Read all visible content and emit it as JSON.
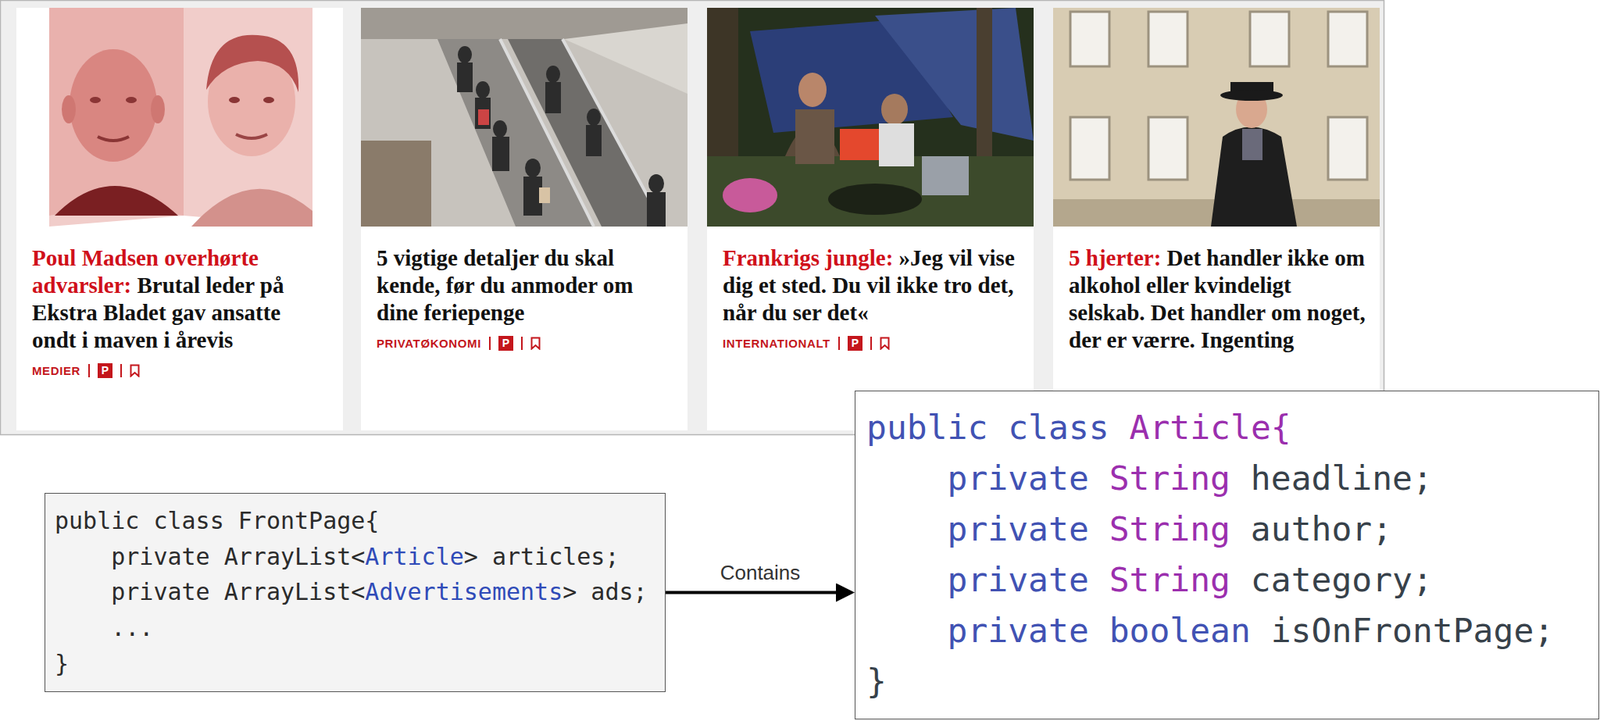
{
  "diagram": {
    "nodes": [
      {
        "text": [
          "Poul Madsen overhørte advarsler:",
          "Brutal leder på Ekstra Bladet gav ansatte ondt i maven i årevis",
          "MEDIER",
          "P"
        ]
      },
      {
        "text": [
          "5 vigtige detaljer du skal kende, før du anmoder om dine feriepenge",
          "PRIVATØKONOMI",
          "P"
        ]
      },
      {
        "text": [
          "Frankrigs jungle:",
          "»Jeg vil vise dig et sted. Du vil ikke tro det, når du ser det«",
          "INTERNATIONALT",
          "P"
        ]
      },
      {
        "text": [
          "5 hjerter:",
          "Det handler ikke om alkohol eller kvindeligt selskab. Det handler om noget, der er værre. Ingenting"
        ]
      },
      {
        "text": [
          "public class FrontPage{",
          "private ArrayList<",
          "Article",
          "> articles;",
          "private ArrayList<",
          "Advertisements",
          "> ads;",
          "...",
          "}"
        ]
      },
      {
        "text": [
          "public class",
          "Article{",
          "private",
          "String",
          "headline;",
          "private",
          "String",
          "author;",
          "private",
          "String",
          "category;",
          "private",
          "boolean",
          "isOnFrontPage;",
          "}"
        ]
      }
    ],
    "edges": [
      {
        "from": 4,
        "to": 5,
        "label": "Contains",
        "arrow": "to"
      }
    ]
  }
}
